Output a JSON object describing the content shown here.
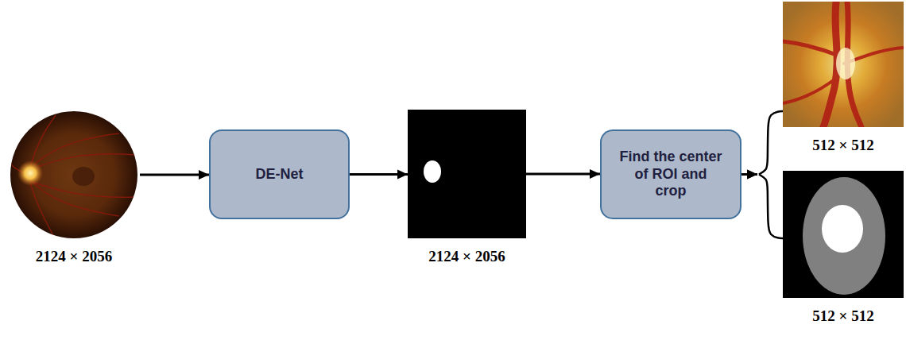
{
  "diagram": {
    "nodes": [
      {
        "text": [
          "2124 × 2056"
        ]
      },
      {
        "text": [
          "DE-Net"
        ]
      },
      {
        "text": [
          "2124 × 2056"
        ]
      },
      {
        "text": [
          "Find the center of ROI and crop"
        ]
      },
      {
        "text": [
          "512 × 512"
        ]
      },
      {
        "text": [
          "512 × 512"
        ]
      }
    ],
    "edges": [
      {
        "from": 0,
        "to": 1,
        "arrow": "to"
      },
      {
        "from": 1,
        "to": 2,
        "arrow": "to"
      },
      {
        "from": 2,
        "to": 3,
        "arrow": "to"
      },
      {
        "from": 3,
        "to": 4,
        "arrow": "to"
      },
      {
        "from": 3,
        "to": 5,
        "arrow": "to"
      }
    ]
  }
}
